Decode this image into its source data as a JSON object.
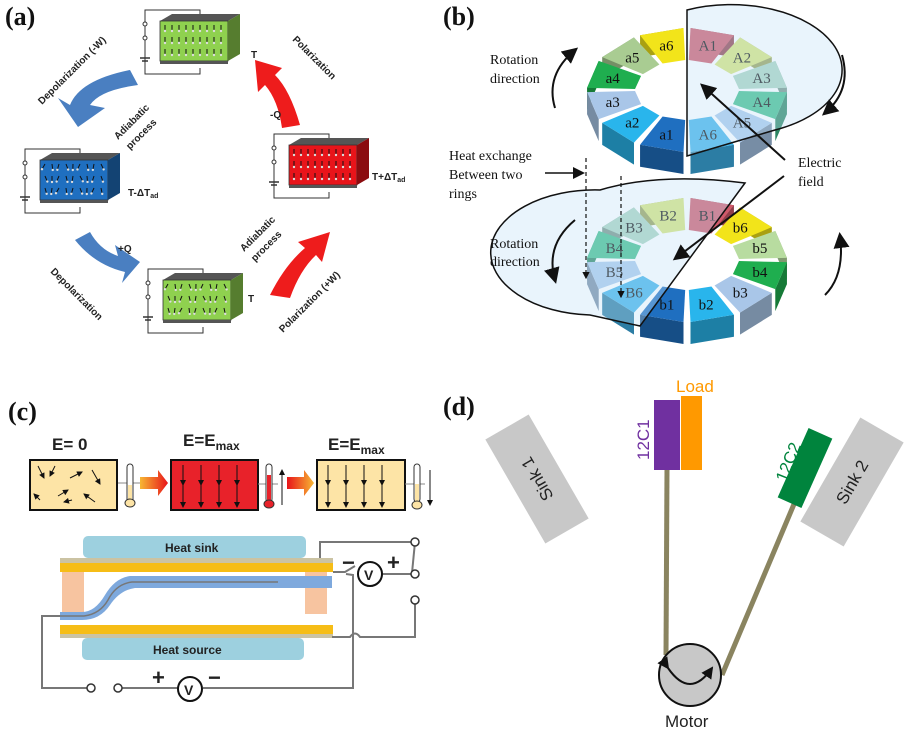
{
  "figure": {
    "panels": {
      "a": {
        "label": "(a)",
        "arrows": {
          "top_left": "Depolarization (-W)",
          "top_left_process": [
            "Adiabatic",
            "process"
          ],
          "bottom_left": "Depolarization",
          "bottom_left_heat": "+Q",
          "bottom_right": "Polarization (+W)",
          "bottom_right_process": [
            "Adiabatic",
            "process"
          ],
          "top_right": "Polarization",
          "top_right_heat": "-Q"
        },
        "states": [
          {
            "id": "top",
            "color": "#8fd14f",
            "temp": "T"
          },
          {
            "id": "left",
            "color": "#1f6fc0",
            "temp": "T-ΔT",
            "temp_sub": "ad"
          },
          {
            "id": "bottom",
            "color": "#8fd14f",
            "temp": "T"
          },
          {
            "id": "right",
            "color": "#e8141a",
            "temp": "T+ΔT",
            "temp_sub": "ad"
          }
        ],
        "colors": {
          "depolarization": "#4a7fc1",
          "polarization": "#ee1c1c"
        }
      },
      "b": {
        "label": "(b)",
        "rotation_label": [
          "Rotation",
          "direction"
        ],
        "heat_exchange_label": [
          "Heat exchange",
          "Between two",
          "rings"
        ],
        "electric_field_label": [
          "Electric",
          "field"
        ],
        "top_ring": [
          "A1",
          "A2",
          "A3",
          "A4",
          "A5",
          "A6",
          "a1",
          "a2",
          "a3",
          "a4",
          "a5",
          "a6"
        ],
        "bottom_ring": [
          "B1",
          "B2",
          "B3",
          "B4",
          "B5",
          "B6",
          "b1",
          "b2",
          "b3",
          "b4",
          "b5",
          "b6"
        ],
        "segment_colors": {
          "1": "#cf5a6a",
          "2": "#d8e57a",
          "3": "#a9d4c0",
          "4": "#3fbf8d",
          "5": "#aac9ec",
          "6": "#3fb3ea",
          "a1": "#1f6fc0",
          "a2": "#29b5ec",
          "a3": "#a9c6e8",
          "a4": "#1fae4f",
          "a5": "#a9cc92",
          "a6": "#f2e41a",
          "b6": "#f2e41a",
          "b5": "#b8dca0",
          "b4": "#1fae4f",
          "b3": "#a9c6e8",
          "b2": "#29b5ec",
          "b1": "#1f6fc0"
        }
      },
      "c": {
        "label": "(c)",
        "stages": [
          {
            "title": "E= 0",
            "sub": ""
          },
          {
            "title": "E=E",
            "sub": "max"
          },
          {
            "title": "E=E",
            "sub": "max"
          }
        ],
        "heat_sink": "Heat sink",
        "heat_source": "Heat source",
        "voltmeter": "V",
        "top_signs": [
          "−",
          "+"
        ],
        "bottom_signs": [
          "+",
          "−"
        ]
      },
      "d": {
        "label": "(d)",
        "sink1": "Sink 1",
        "sink2": "Sink 2",
        "c1": "12C1",
        "c2": "12C2",
        "load": "Load",
        "motor": "Motor",
        "colors": {
          "c1": "#7030a0",
          "load": "#ff9900",
          "c2": "#00843d",
          "sink": "#c8c8c8",
          "rod": "#8a8460"
        }
      }
    }
  }
}
